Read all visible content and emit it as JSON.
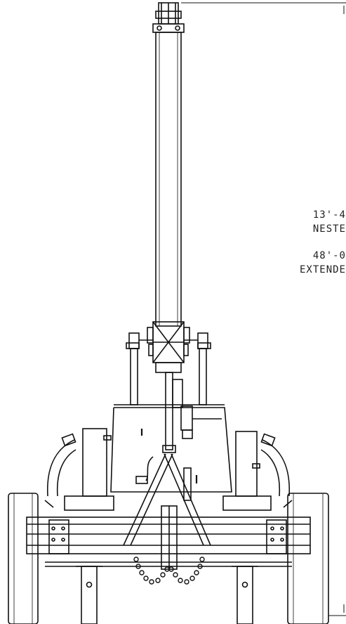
{
  "dimensions": {
    "nested_value": "13'-4",
    "nested_label": "NESTE",
    "extended_value": "48'-0",
    "extended_label": "EXTENDE"
  },
  "colors": {
    "line": "#111111",
    "background": "#ffffff"
  }
}
